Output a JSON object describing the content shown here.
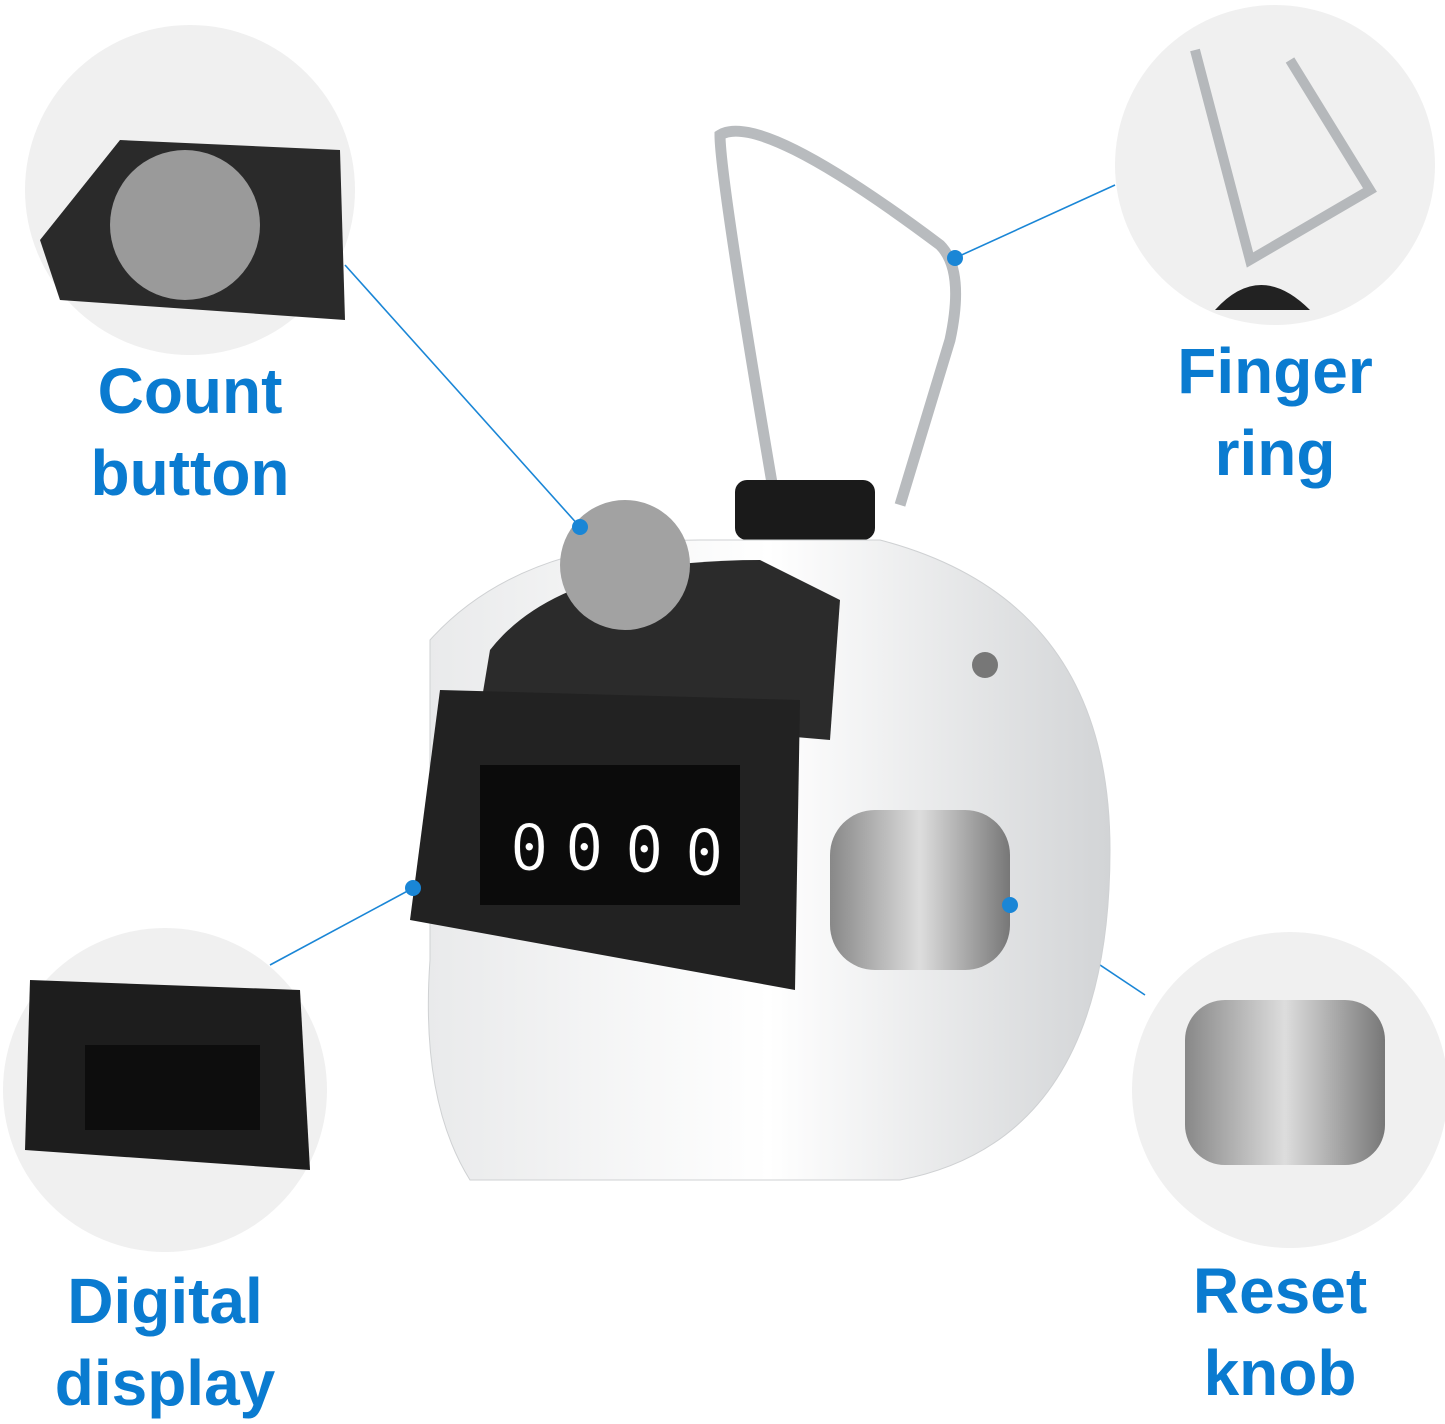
{
  "colors": {
    "accent": "#0a7bd0",
    "metal": "#c8cbce",
    "display": "#1a1a1a"
  },
  "callouts": [
    {
      "line1": "Count",
      "line2": "button"
    },
    {
      "line1": "Finger",
      "line2": "ring"
    },
    {
      "line1": "Digital",
      "line2": "display"
    },
    {
      "line1": "Reset",
      "line2": "knob"
    }
  ],
  "counter": {
    "digits": [
      "0",
      "0",
      "0",
      "0"
    ]
  }
}
